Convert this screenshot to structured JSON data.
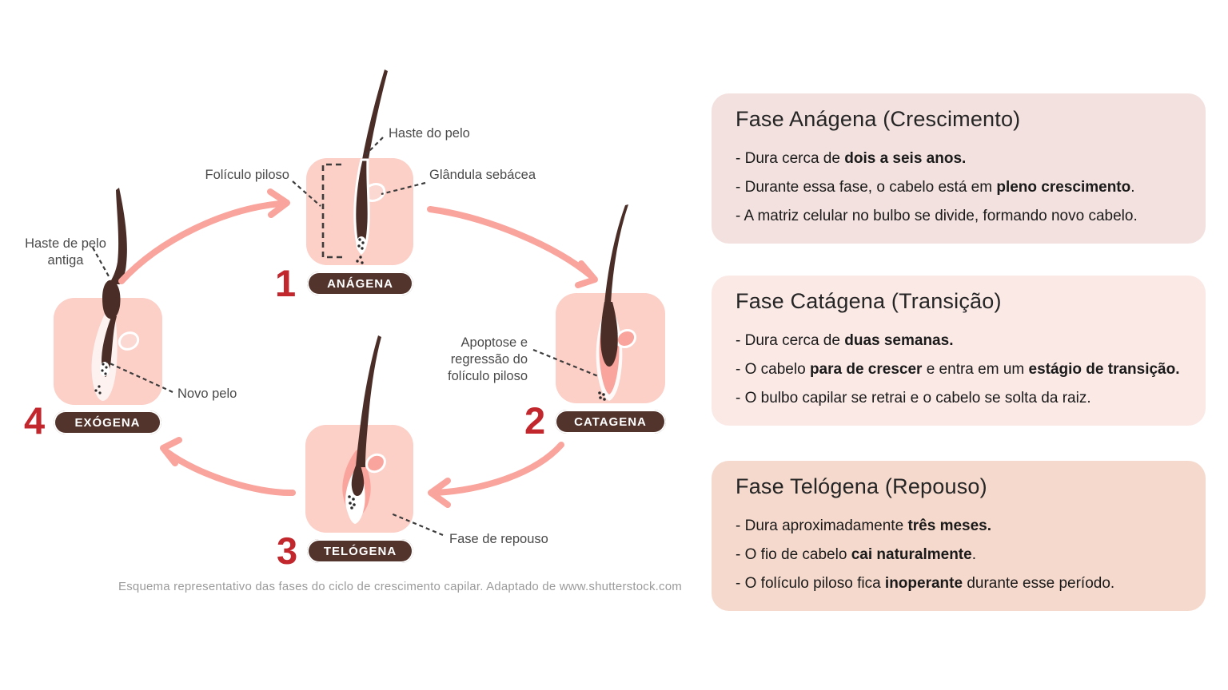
{
  "diagram": {
    "caption": "Esquema representativo das fases do ciclo de crescimento capilar. Adaptado de www.shutterstock.com",
    "stages": [
      {
        "number": "1",
        "label": "ANÁGENA"
      },
      {
        "number": "2",
        "label": "CATAGENA"
      },
      {
        "number": "3",
        "label": "TELÓGENA"
      },
      {
        "number": "4",
        "label": "EXÓGENA"
      }
    ],
    "labels": {
      "haste_do_pelo": "Haste do pelo",
      "foliculo_piloso": "Folículo piloso",
      "glandula_sebacea": "Glândula sebácea",
      "haste_antiga": "Haste de pelo antiga",
      "novo_pelo": "Novo pelo",
      "apoptose": "Apoptose e regressão do folículo piloso",
      "fase_repouso": "Fase de repouso"
    }
  },
  "panels": [
    {
      "id": "anagena",
      "title": "Fase Anágena (Crescimento)",
      "bullets": [
        [
          {
            "t": "- Dura cerca de "
          },
          {
            "t": "dois a seis anos.",
            "b": true
          }
        ],
        [
          {
            "t": "- Durante essa fase, o cabelo está em "
          },
          {
            "t": "pleno crescimento",
            "b": true
          },
          {
            "t": "."
          }
        ],
        [
          {
            "t": "- A matriz celular no bulbo se divide, formando novo cabelo."
          }
        ]
      ]
    },
    {
      "id": "catagena",
      "title": "Fase Catágena (Transição)",
      "bullets": [
        [
          {
            "t": "- Dura cerca de "
          },
          {
            "t": "duas semanas.",
            "b": true
          }
        ],
        [
          {
            "t": "- O cabelo "
          },
          {
            "t": "para de crescer",
            "b": true
          },
          {
            "t": " e entra em um "
          },
          {
            "t": "estágio de transição.",
            "b": true
          }
        ],
        [
          {
            "t": "- O bulbo capilar se retrai e o cabelo se solta da raiz."
          }
        ]
      ]
    },
    {
      "id": "telogena",
      "title": "Fase Telógena (Repouso)",
      "bullets": [
        [
          {
            "t": "- Dura aproximadamente "
          },
          {
            "t": "três meses.",
            "b": true
          }
        ],
        [
          {
            "t": "- O fio de cabelo "
          },
          {
            "t": "cai naturalmente",
            "b": true
          },
          {
            "t": "."
          }
        ],
        [
          {
            "t": "- O folículo piloso fica "
          },
          {
            "t": "inoperante",
            "b": true
          },
          {
            "t": " durante esse período."
          }
        ]
      ]
    }
  ],
  "colors": {
    "skin_square": "#fccfc7",
    "salmon_accent": "#f9a49c",
    "gland_light": "#fbd8d2",
    "hair_dark": "#4a2d26",
    "pill_brown": "#53342c",
    "number_red": "#c1272d",
    "label_gray": "#4a4a4a",
    "caption_gray": "#9b9b9b",
    "panel1_bg": "#f2e1de",
    "panel2_bg": "#fbe9e6",
    "panel3_bg": "#f5d9cc"
  }
}
